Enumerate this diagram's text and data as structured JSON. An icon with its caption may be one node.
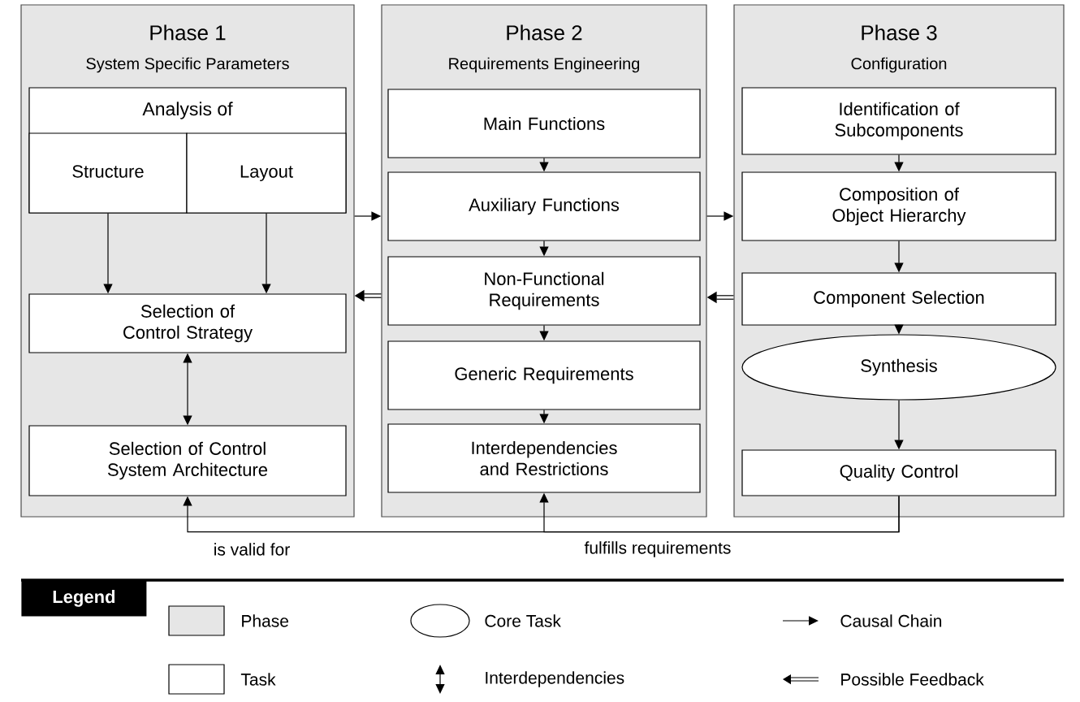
{
  "diagram": {
    "nodes": [
      {
        "text": [
          "Phase 1",
          "System Specific Parameters"
        ]
      },
      {
        "text": [
          "Analysis of"
        ],
        "in": 0
      },
      {
        "text": [
          "Structure"
        ],
        "in": 1
      },
      {
        "text": [
          "Layout"
        ],
        "in": 1
      },
      {
        "text": [
          "Selection of Control Strategy"
        ],
        "in": 0
      },
      {
        "text": [
          "Selection of Control System Architecture"
        ],
        "in": 0
      },
      {
        "text": [
          "Phase 2",
          "Requirements Engineering"
        ]
      },
      {
        "text": [
          "Main Functions"
        ],
        "in": 6
      },
      {
        "text": [
          "Auxiliary Functions"
        ],
        "in": 6
      },
      {
        "text": [
          "Non-Functional Requirements"
        ],
        "in": 6
      },
      {
        "text": [
          "Generic Requirements"
        ],
        "in": 6
      },
      {
        "text": [
          "Interdependencies and Restrictions"
        ],
        "in": 6
      },
      {
        "text": [
          "Phase 3",
          "Configuration"
        ]
      },
      {
        "text": [
          "Identification of Subcomponents"
        ],
        "in": 12
      },
      {
        "text": [
          "Composition of Object Hierarchy"
        ],
        "in": 12
      },
      {
        "text": [
          "Component Selection"
        ],
        "in": 12
      },
      {
        "text": [
          "Synthesis"
        ],
        "in": 12
      },
      {
        "text": [
          "Quality Control"
        ],
        "in": 12
      }
    ],
    "edges": [
      {
        "from": 2,
        "to": 4,
        "arrow": "to"
      },
      {
        "from": 3,
        "to": 4,
        "arrow": "to"
      },
      {
        "from": 4,
        "to": 5,
        "arrow": "both"
      },
      {
        "from": 0,
        "to": 6,
        "arrow": "to"
      },
      {
        "from": 6,
        "to": 0,
        "arrow": "to",
        "style": "thick"
      },
      {
        "from": 6,
        "to": 12,
        "arrow": "to"
      },
      {
        "from": 12,
        "to": 6,
        "arrow": "to",
        "style": "thick"
      },
      {
        "from": 7,
        "to": 8,
        "arrow": "to"
      },
      {
        "from": 8,
        "to": 9,
        "arrow": "to"
      },
      {
        "from": 9,
        "to": 10,
        "arrow": "to"
      },
      {
        "from": 10,
        "to": 11,
        "arrow": "to"
      },
      {
        "from": 13,
        "to": 14,
        "arrow": "to"
      },
      {
        "from": 14,
        "to": 15,
        "arrow": "to"
      },
      {
        "from": 15,
        "to": 16,
        "arrow": "to"
      },
      {
        "from": 16,
        "to": 17,
        "arrow": "to"
      },
      {
        "from": 17,
        "to": 5,
        "arrow": "to",
        "label": "is valid for"
      },
      {
        "from": 17,
        "to": 11,
        "arrow": "to",
        "label": "fulfills requirements"
      }
    ],
    "labels": [
      "Legend"
    ],
    "legend": [
      {
        "text": "Phase",
        "color": "#e6e6e6"
      },
      {
        "text": "Core Task"
      },
      {
        "text": "Causal Chain"
      },
      {
        "text": "Task"
      },
      {
        "text": "Interdependencies"
      },
      {
        "text": "Possible Feedback"
      }
    ]
  }
}
